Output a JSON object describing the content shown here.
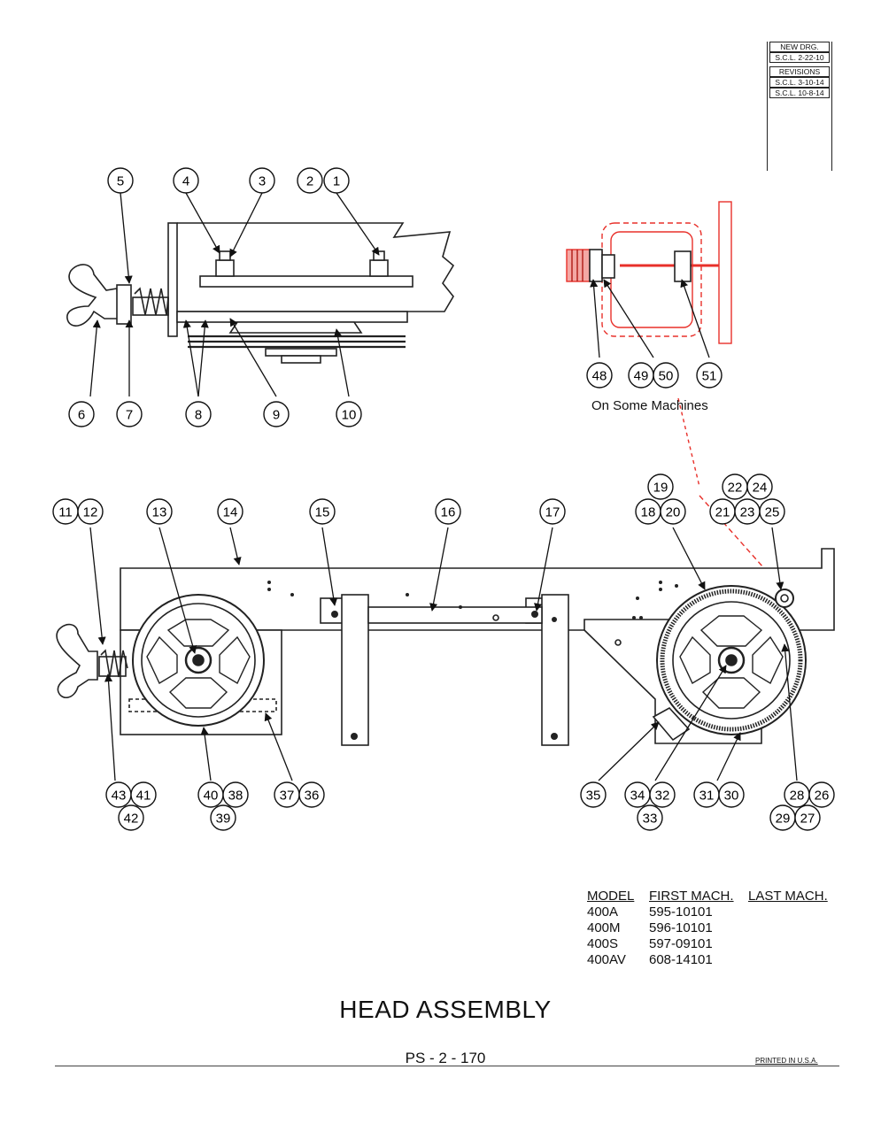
{
  "revisions": {
    "new_drg_label": "NEW DRG.",
    "new_drg_date": "S.C.L. 2-22-10",
    "revisions_label": "REVISIONS",
    "rev1": "S.C.L. 3-10-14",
    "rev2": "S.C.L. 10-8-14"
  },
  "note_on_some_machines": "On Some Machines",
  "callouts": [
    {
      "id": "c5",
      "label": "5"
    },
    {
      "id": "c4",
      "label": "4"
    },
    {
      "id": "c3",
      "label": "3"
    },
    {
      "id": "c2",
      "label": "2"
    },
    {
      "id": "c1",
      "label": "1"
    },
    {
      "id": "c6",
      "label": "6"
    },
    {
      "id": "c7",
      "label": "7"
    },
    {
      "id": "c8",
      "label": "8"
    },
    {
      "id": "c9",
      "label": "9"
    },
    {
      "id": "c10",
      "label": "10"
    },
    {
      "id": "c48",
      "label": "48"
    },
    {
      "id": "c49",
      "label": "49"
    },
    {
      "id": "c50",
      "label": "50"
    },
    {
      "id": "c51",
      "label": "51"
    },
    {
      "id": "c11",
      "label": "11"
    },
    {
      "id": "c12",
      "label": "12"
    },
    {
      "id": "c13",
      "label": "13"
    },
    {
      "id": "c14",
      "label": "14"
    },
    {
      "id": "c15",
      "label": "15"
    },
    {
      "id": "c16",
      "label": "16"
    },
    {
      "id": "c17",
      "label": "17"
    },
    {
      "id": "c19",
      "label": "19"
    },
    {
      "id": "c18",
      "label": "18"
    },
    {
      "id": "c20",
      "label": "20"
    },
    {
      "id": "c22",
      "label": "22"
    },
    {
      "id": "c24",
      "label": "24"
    },
    {
      "id": "c21",
      "label": "21"
    },
    {
      "id": "c23",
      "label": "23"
    },
    {
      "id": "c25",
      "label": "25"
    },
    {
      "id": "c43",
      "label": "43"
    },
    {
      "id": "c41",
      "label": "41"
    },
    {
      "id": "c42",
      "label": "42"
    },
    {
      "id": "c40",
      "label": "40"
    },
    {
      "id": "c38",
      "label": "38"
    },
    {
      "id": "c39",
      "label": "39"
    },
    {
      "id": "c37",
      "label": "37"
    },
    {
      "id": "c36",
      "label": "36"
    },
    {
      "id": "c35",
      "label": "35"
    },
    {
      "id": "c34",
      "label": "34"
    },
    {
      "id": "c32",
      "label": "32"
    },
    {
      "id": "c33",
      "label": "33"
    },
    {
      "id": "c31",
      "label": "31"
    },
    {
      "id": "c30",
      "label": "30"
    },
    {
      "id": "c28",
      "label": "28"
    },
    {
      "id": "c26",
      "label": "26"
    },
    {
      "id": "c29",
      "label": "29"
    },
    {
      "id": "c27",
      "label": "27"
    }
  ],
  "model_table": {
    "headers": [
      "MODEL",
      "FIRST MACH.",
      "LAST MACH."
    ],
    "rows": [
      [
        "400A",
        "595-10101",
        ""
      ],
      [
        "400M",
        "596-10101",
        ""
      ],
      [
        "400S",
        "597-09101",
        ""
      ],
      [
        "400AV",
        "608-14101",
        ""
      ]
    ]
  },
  "title": "HEAD ASSEMBLY",
  "page_number": "PS - 2 - 170",
  "printed": "PRINTED IN U.S.A.",
  "colors": {
    "line": "#222222",
    "accent_red": "#e8302a"
  }
}
